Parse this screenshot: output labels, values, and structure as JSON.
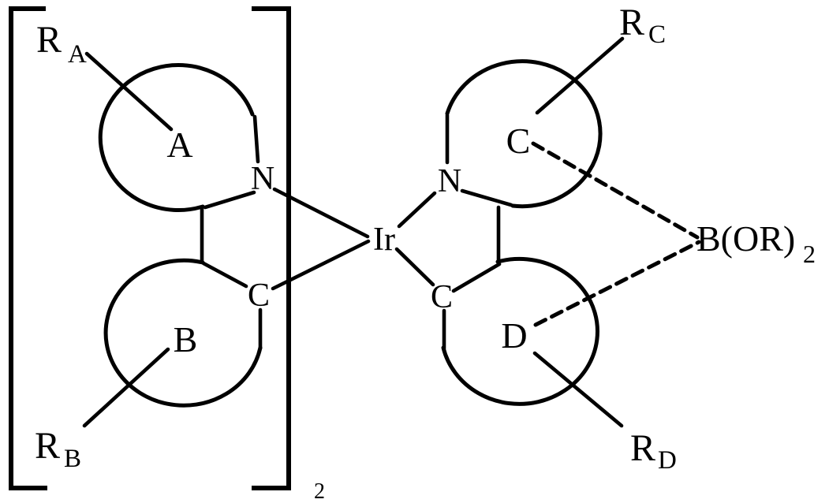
{
  "figure": {
    "metal_center": "Ir",
    "bracket_subscript": "2",
    "left_ligand": {
      "ring_a": "A",
      "ring_b": "B",
      "nitrogen": "N",
      "carbon": "C",
      "substituent_a": {
        "base": "R",
        "sub": "A"
      },
      "substituent_b": {
        "base": "R",
        "sub": "B"
      }
    },
    "right_ligand": {
      "ring_c": "C",
      "ring_d": "D",
      "nitrogen": "N",
      "carbon": "C",
      "substituent_c": {
        "base": "R",
        "sub": "C"
      },
      "substituent_d": {
        "base": "R",
        "sub": "D"
      },
      "boronate": {
        "base": "B(OR)",
        "sub": "2"
      }
    }
  }
}
